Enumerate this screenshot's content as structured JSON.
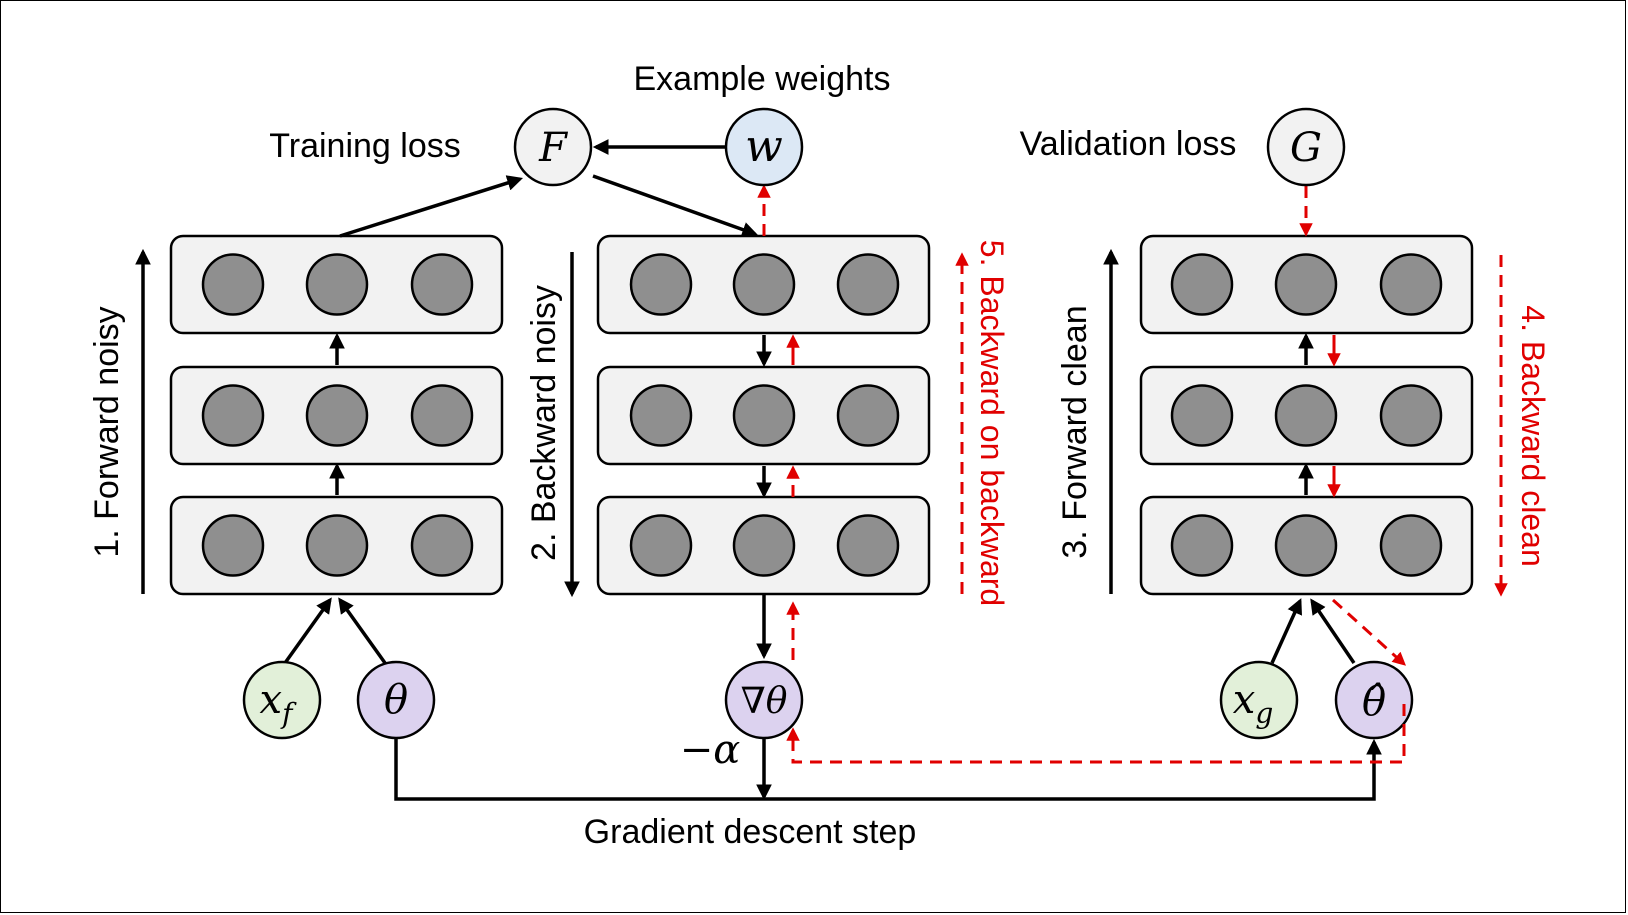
{
  "title": "",
  "labels": {
    "example_weights": "Example weights",
    "training_loss": "Training loss",
    "validation_loss": "Validation loss",
    "gradient_descent_step": "Gradient descent step",
    "forward_noisy": "1. Forward noisy",
    "backward_noisy": "2. Backward noisy",
    "forward_clean": "3. Forward clean",
    "backward_clean": "4. Backward clean",
    "backward_on_backward": "5. Backward on backward"
  },
  "nodes": {
    "F": "F",
    "w": "w",
    "G": "G",
    "x_f_base": "x",
    "x_f_sub": "f",
    "theta": "θ",
    "grad_theta": "∇θ",
    "x_g_base": "x",
    "x_g_sub": "g",
    "theta_hat": "θ̂",
    "minus_alpha": "−α"
  },
  "colors": {
    "loss_node": "#f2f2f2",
    "weight_node": "#dce8f5",
    "input_node": "#e2f0d9",
    "param_node": "#dcd2ef",
    "neuron": "#8f8f8f",
    "layer_box": "#f2f2f2",
    "backward_arrow": "#e00000"
  }
}
